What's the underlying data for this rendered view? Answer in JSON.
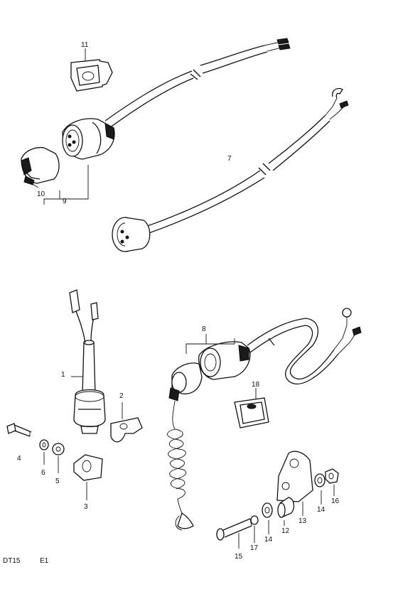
{
  "labels": {
    "p1": "1",
    "p2": "2",
    "p3": "3",
    "p4": "4",
    "p5": "5",
    "p6": "6",
    "p7": "7",
    "p8": "8",
    "p9": "9",
    "p10": "10",
    "p11": "11",
    "p12": "12",
    "p13": "13",
    "p14a": "14",
    "p14b": "14",
    "p15": "15",
    "p16": "16",
    "p17": "17",
    "p18": "18"
  },
  "footer": {
    "code": "DT15",
    "edition": "E1"
  }
}
